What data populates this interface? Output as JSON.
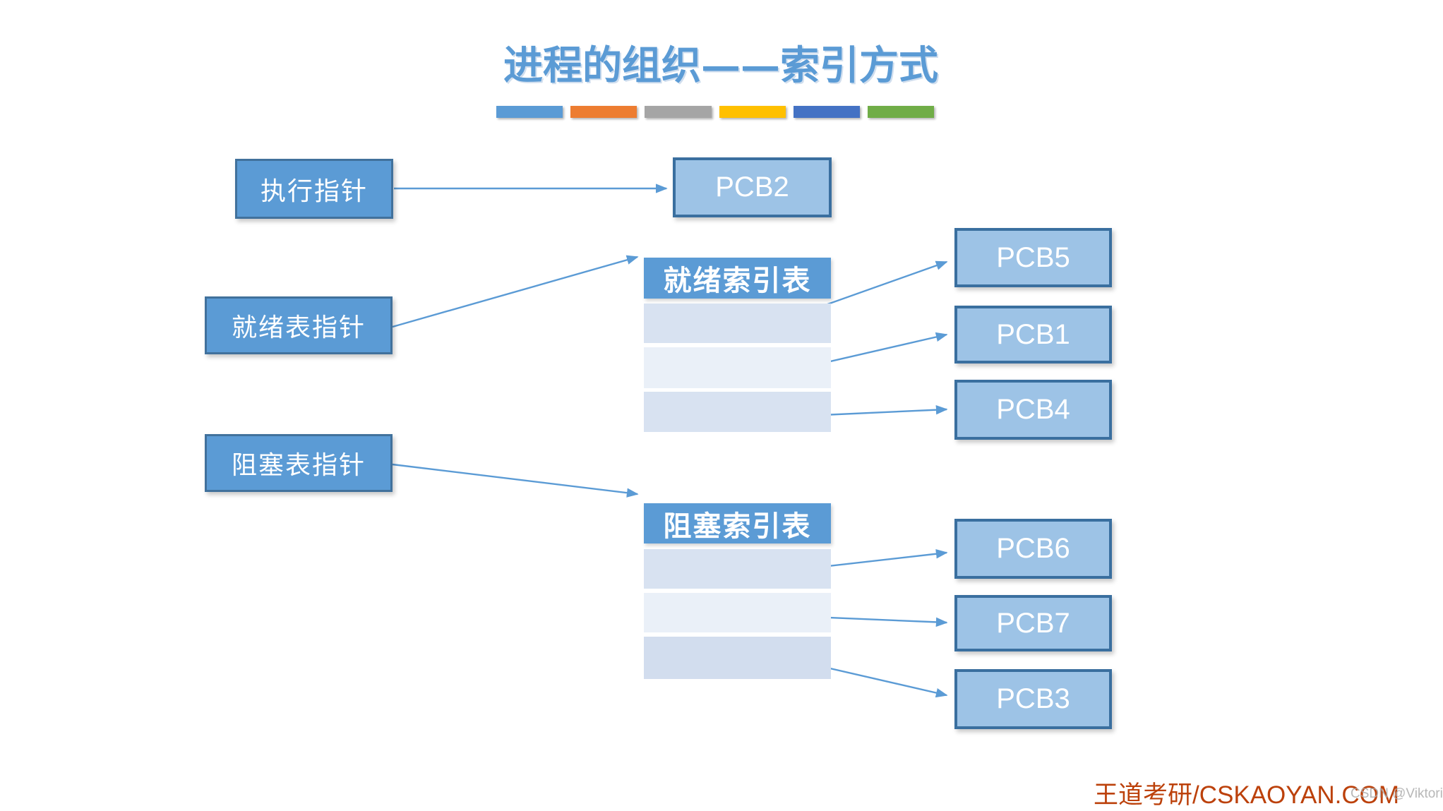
{
  "title": "进程的组织——索引方式",
  "accent_bar_colors": [
    "#5B9BD5",
    "#ED7D31",
    "#A5A5A5",
    "#FFC000",
    "#4472C4",
    "#70AD47"
  ],
  "pointer_boxes": {
    "exec_label": "执行指针",
    "ready_label": "就绪表指针",
    "blocked_label": "阻塞表指针"
  },
  "index_tables": {
    "ready": {
      "title": "就绪索引表",
      "row_count": 3
    },
    "blocked": {
      "title": "阻塞索引表",
      "row_count": 3
    }
  },
  "pcb_boxes": {
    "running": "PCB2",
    "ready": [
      "PCB5",
      "PCB1",
      "PCB4"
    ],
    "blocked": [
      "PCB6",
      "PCB7",
      "PCB3"
    ]
  },
  "connections": [
    {
      "from": "执行指针",
      "to": "PCB2"
    },
    {
      "from": "就绪表指针",
      "to": "就绪索引表"
    },
    {
      "from": "就绪索引表 行1",
      "to": "PCB5"
    },
    {
      "from": "就绪索引表 行2",
      "to": "PCB1"
    },
    {
      "from": "就绪索引表 行3",
      "to": "PCB4"
    },
    {
      "from": "阻塞表指针",
      "to": "阻塞索引表"
    },
    {
      "from": "阻塞索引表 行1",
      "to": "PCB6"
    },
    {
      "from": "阻塞索引表 行2",
      "to": "PCB7"
    },
    {
      "from": "阻塞索引表 行3",
      "to": "PCB3"
    }
  ],
  "footer": {
    "brand": "王道考研/CSKAOYAN.COM",
    "watermark": "CSDN @Viktoriae"
  },
  "colors": {
    "title": "#5B9BD5",
    "pointer_fill": "#5B9BD5",
    "pointer_border": "#41719C",
    "pcb_fill": "#9DC3E6",
    "pcb_border": "#3A6F9F",
    "table_header_fill": "#5B9BD5",
    "row_fill_odd": "#D8E2F1",
    "row_fill_even": "#EAF0F8",
    "row_fill_last": "#D2DDEE",
    "arrow": "#5B9BD5",
    "brand_text": "#BC410B",
    "watermark_text": "#ABABAB"
  }
}
